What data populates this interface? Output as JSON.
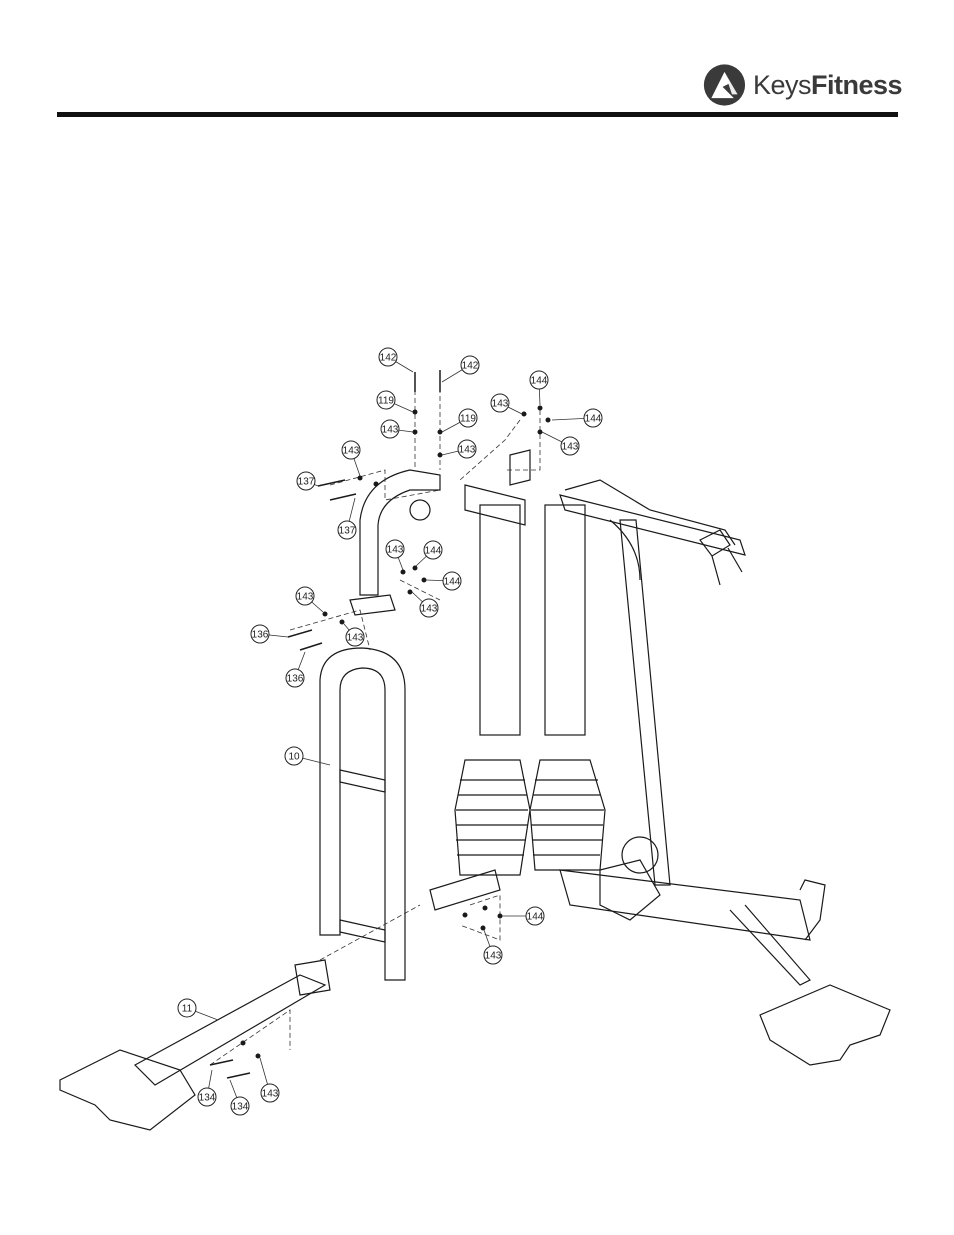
{
  "brand": {
    "prefix": "Keys",
    "suffix": "Fitness",
    "logo_icon": "keysfitness-logo-icon"
  },
  "callouts": [
    {
      "id": "c142a",
      "label": "142"
    },
    {
      "id": "c142b",
      "label": "142"
    },
    {
      "id": "c144a",
      "label": "144"
    },
    {
      "id": "c143a",
      "label": "143"
    },
    {
      "id": "c144b",
      "label": "144"
    },
    {
      "id": "c119a",
      "label": "119"
    },
    {
      "id": "c119b",
      "label": "119"
    },
    {
      "id": "c143b",
      "label": "143"
    },
    {
      "id": "c143c",
      "label": "143"
    },
    {
      "id": "c143d",
      "label": "143"
    },
    {
      "id": "c143e",
      "label": "143"
    },
    {
      "id": "c137a",
      "label": "137"
    },
    {
      "id": "c137b",
      "label": "137"
    },
    {
      "id": "c143f",
      "label": "143"
    },
    {
      "id": "c144c",
      "label": "144"
    },
    {
      "id": "c144d",
      "label": "144"
    },
    {
      "id": "c143g",
      "label": "143"
    },
    {
      "id": "c143h",
      "label": "143"
    },
    {
      "id": "c136a",
      "label": "136"
    },
    {
      "id": "c143i",
      "label": "143"
    },
    {
      "id": "c136b",
      "label": "136"
    },
    {
      "id": "c10",
      "label": "10"
    },
    {
      "id": "c144e",
      "label": "144"
    },
    {
      "id": "c143j",
      "label": "143"
    },
    {
      "id": "c11",
      "label": "11"
    },
    {
      "id": "c134a",
      "label": "134"
    },
    {
      "id": "c134b",
      "label": "134"
    },
    {
      "id": "c143k",
      "label": "143"
    }
  ]
}
